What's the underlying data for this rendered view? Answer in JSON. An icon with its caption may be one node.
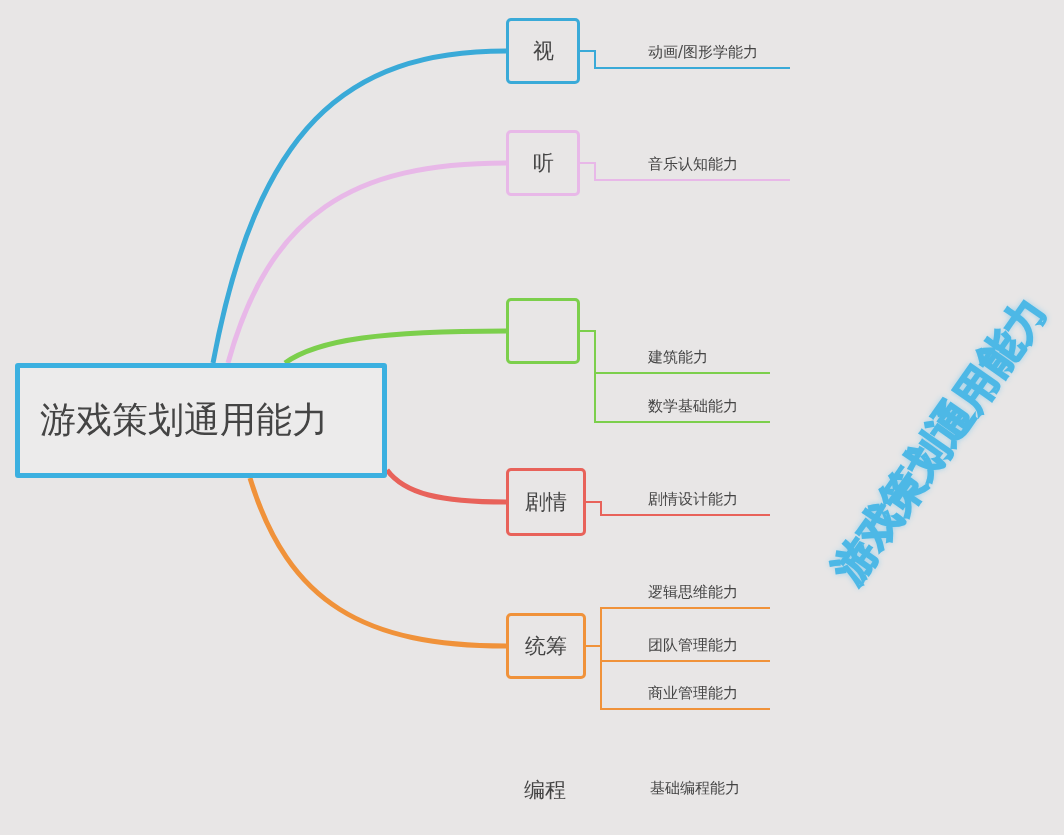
{
  "diagram": {
    "title": "游戏策划通用能力",
    "nodes": [
      {
        "text": [
          "游戏策划通用能力"
        ]
      },
      {
        "text": [
          "视"
        ]
      },
      {
        "text": [
          "动画/图形学能力"
        ]
      },
      {
        "text": [
          "听"
        ]
      },
      {
        "text": [
          "音乐认知能力"
        ]
      },
      {
        "text": [],
        "shape": "box"
      },
      {
        "text": [
          "建筑能力"
        ]
      },
      {
        "text": [
          "数学基础能力"
        ]
      },
      {
        "text": [
          "剧情"
        ]
      },
      {
        "text": [
          "剧情设计能力"
        ]
      },
      {
        "text": [
          "统筹"
        ]
      },
      {
        "text": [
          "逻辑思维能力"
        ]
      },
      {
        "text": [
          "团队管理能力"
        ]
      },
      {
        "text": [
          "商业管理能力"
        ]
      }
    ],
    "edges": [
      {
        "from": 0,
        "to": 1,
        "arrow": "none",
        "style": "thick",
        "color": "#3aaad8"
      },
      {
        "from": 0,
        "to": 3,
        "arrow": "none",
        "style": "thick",
        "color": "#e8b8e8"
      },
      {
        "from": 0,
        "to": 5,
        "arrow": "none",
        "style": "thick",
        "color": "#7ccf4c"
      },
      {
        "from": 0,
        "to": 8,
        "arrow": "none",
        "style": "thick",
        "color": "#e8625a"
      },
      {
        "from": 0,
        "to": 10,
        "arrow": "none",
        "style": "thick",
        "color": "#f0923a"
      },
      {
        "from": 1,
        "to": 2,
        "arrow": "none",
        "color": "#3aaad8"
      },
      {
        "from": 3,
        "to": 4,
        "arrow": "none",
        "color": "#e8b8e8"
      },
      {
        "from": 5,
        "to": 6,
        "arrow": "none",
        "color": "#7ccf4c"
      },
      {
        "from": 5,
        "to": 7,
        "arrow": "none",
        "color": "#7ccf4c"
      },
      {
        "from": 8,
        "to": 9,
        "arrow": "none",
        "color": "#e8625a"
      },
      {
        "from": 10,
        "to": 11,
        "arrow": "none",
        "color": "#f0923a"
      },
      {
        "from": 10,
        "to": 12,
        "arrow": "none",
        "color": "#f0923a"
      },
      {
        "from": 10,
        "to": 13,
        "arrow": "none",
        "color": "#f0923a"
      }
    ],
    "labels": [
      "编程",
      "基础编程能力"
    ]
  }
}
